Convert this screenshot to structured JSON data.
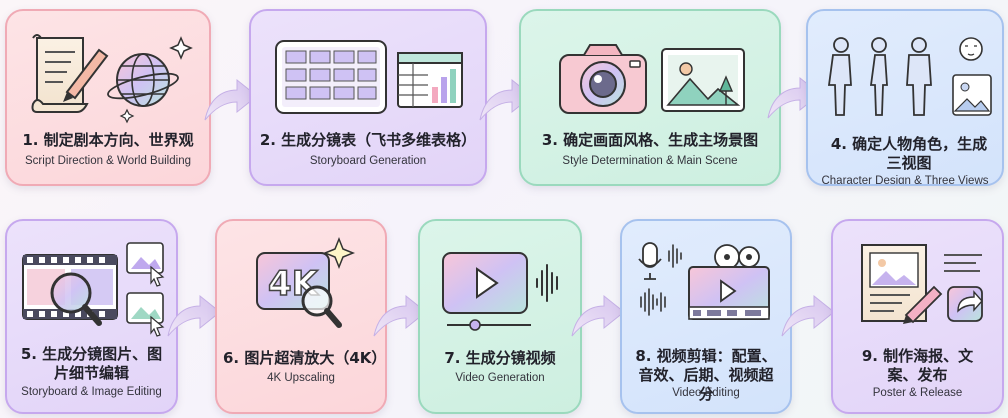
{
  "steps": [
    {
      "title": "1. 制定剧本方向、世界观",
      "subtitle": "Script Direction & World Building",
      "icons": [
        "script-scroll-icon",
        "quill-pen-icon",
        "globe-icon",
        "sparkle-icon"
      ]
    },
    {
      "title": "2. 生成分镜表（飞书多维表格）",
      "subtitle": "Storyboard Generation",
      "icons": [
        "storyboard-tablet-icon",
        "spreadsheet-chart-icon"
      ]
    },
    {
      "title": "3. 确定画面风格、生成主场景图",
      "subtitle": "Style Determination & Main Scene",
      "icons": [
        "camera-icon",
        "landscape-picture-icon"
      ]
    },
    {
      "title": "4. 确定人物角色，生成三视图",
      "subtitle": "Character Design & Three Views",
      "icons": [
        "three-view-figures-icon",
        "portrait-icon"
      ]
    },
    {
      "title": "5. 生成分镜图片、图片细节编辑",
      "subtitle": "Storyboard & Image Editing",
      "icons": [
        "film-strip-icon",
        "magnifier-icon",
        "image-cursor-icon"
      ]
    },
    {
      "title": "6. 图片超清放大（4K）",
      "subtitle": "4K Upscaling",
      "icons": [
        "4k-badge-icon",
        "magnifier-icon",
        "sparkle-icon"
      ]
    },
    {
      "title": "7. 生成分镜视频",
      "subtitle": "Video Generation",
      "icons": [
        "video-player-icon",
        "sound-wave-icon"
      ]
    },
    {
      "title": "8. 视频剪辑：配置、音效、后期、视频超分",
      "subtitle": "Video Editing",
      "icons": [
        "microphone-icon",
        "film-reel-icon",
        "video-timeline-icon"
      ]
    },
    {
      "title": "9. 制作海报、文案、发布",
      "subtitle": "Poster & Release",
      "icons": [
        "poster-icon",
        "pen-icon",
        "share-icon"
      ]
    }
  ],
  "glyph_4k": "4K",
  "colors": {
    "pink": "#fcd6da",
    "purple": "#e2d4f8",
    "green": "#cdefe0",
    "blue": "#d3e3fb",
    "arrow": "#d8c7ee"
  }
}
